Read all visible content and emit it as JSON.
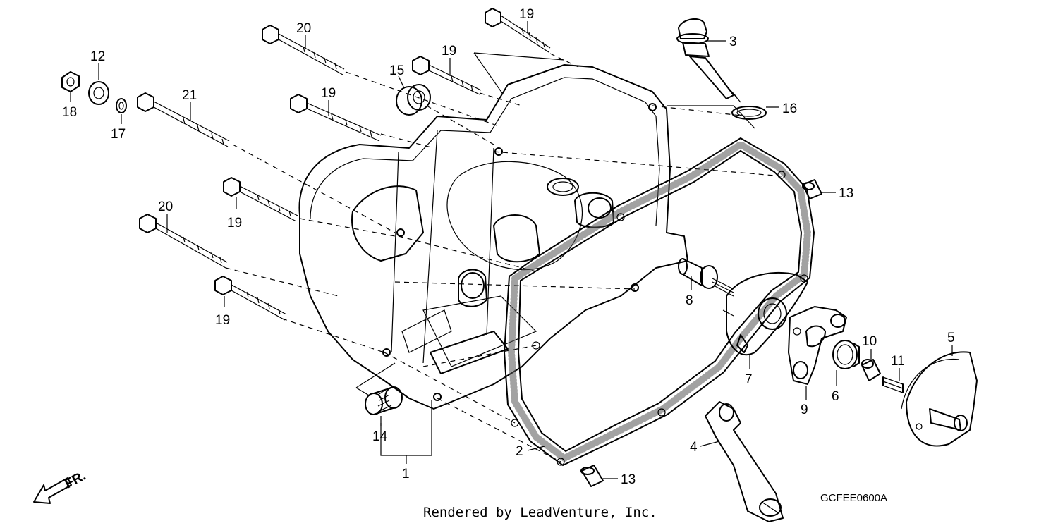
{
  "diagram": {
    "diagram_code": "GCFEE0600A",
    "credit": "Rendered by LeadVenture, Inc.",
    "direction_label": "FR.",
    "callouts": [
      {
        "label": "1"
      },
      {
        "label": "2"
      },
      {
        "label": "3"
      },
      {
        "label": "4"
      },
      {
        "label": "5"
      },
      {
        "label": "6"
      },
      {
        "label": "7"
      },
      {
        "label": "8"
      },
      {
        "label": "9"
      },
      {
        "label": "10"
      },
      {
        "label": "11"
      },
      {
        "label": "12"
      },
      {
        "label": "13"
      },
      {
        "label": "13"
      },
      {
        "label": "14"
      },
      {
        "label": "15"
      },
      {
        "label": "16"
      },
      {
        "label": "17"
      },
      {
        "label": "18"
      },
      {
        "label": "19"
      },
      {
        "label": "19"
      },
      {
        "label": "19"
      },
      {
        "label": "19"
      },
      {
        "label": "19"
      },
      {
        "label": "20"
      },
      {
        "label": "20"
      },
      {
        "label": "21"
      }
    ]
  }
}
